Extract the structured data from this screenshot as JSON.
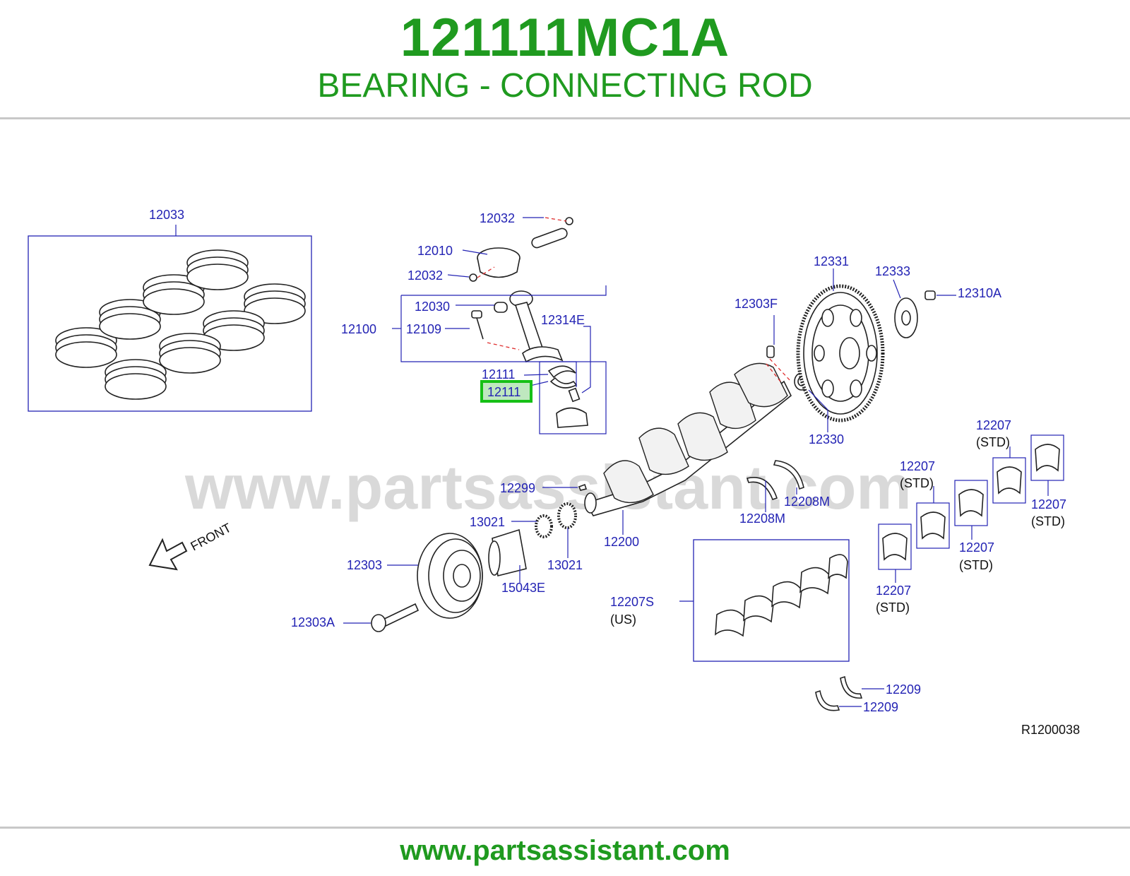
{
  "header": {
    "part_number": "121111MC1A",
    "part_name": "BEARING - CONNECTING ROD"
  },
  "diagram": {
    "watermark": "www.partsassistant.com",
    "reference_code": "R1200038",
    "front_label": "FRONT",
    "highlighted_callout": "12111",
    "callouts": {
      "c12033": "12033",
      "c12032a": "12032",
      "c12010": "12010",
      "c12032b": "12032",
      "c12030": "12030",
      "c12100": "12100",
      "c12109": "12109",
      "c12314e": "12314E",
      "c12111": "12111",
      "c12303f": "12303F",
      "c12331": "12331",
      "c12333": "12333",
      "c12310a": "12310A",
      "c12330": "12330",
      "c12299": "12299",
      "c13021a": "13021",
      "c13021b": "13021",
      "c12200": "12200",
      "c12303": "12303",
      "c15043e": "15043E",
      "c12303a": "12303A",
      "c12208m_a": "12208M",
      "c12208m_b": "12208M",
      "c12207s": "12207S",
      "c12207s_sub": "(US)",
      "c12207_1": "12207",
      "c12207_2": "12207",
      "c12207_3": "12207",
      "c12207_4": "12207",
      "c12207_5": "12207",
      "std": "(STD)",
      "c12209a": "12209",
      "c12209b": "12209"
    }
  },
  "footer": {
    "url": "www.partsassistant.com"
  }
}
